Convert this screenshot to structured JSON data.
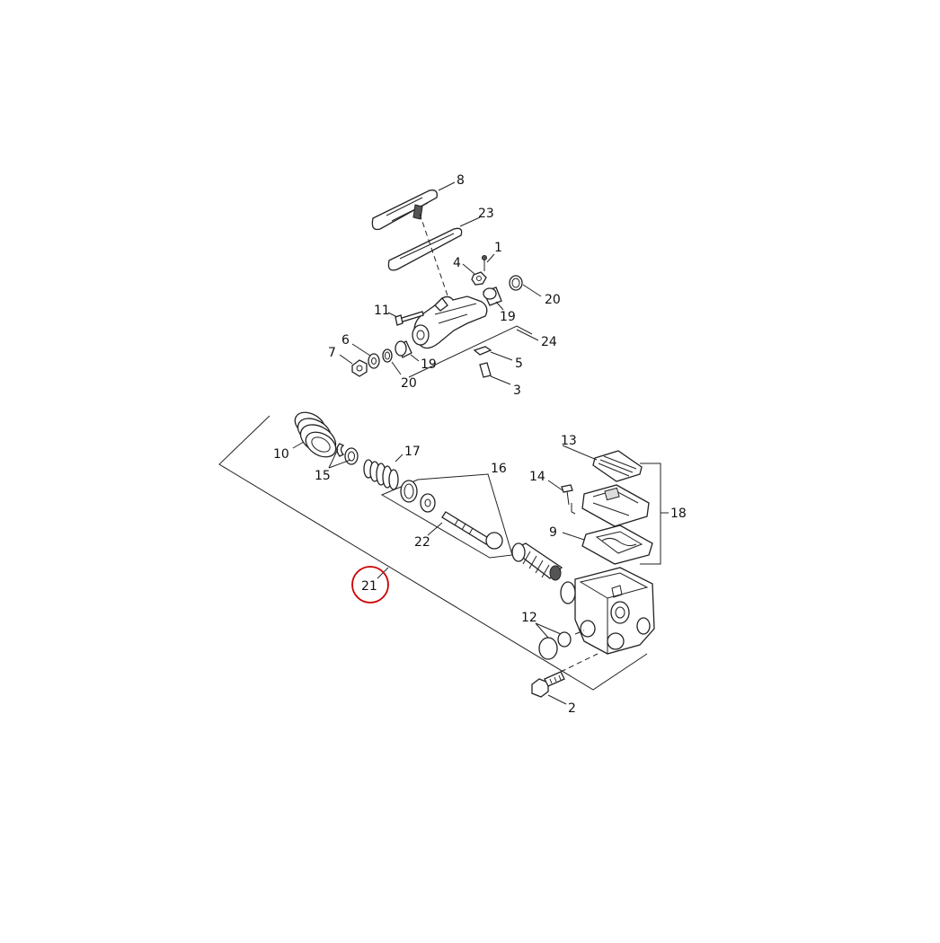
{
  "diagram": {
    "callouts": [
      {
        "id": "c8",
        "label": "8"
      },
      {
        "id": "c23",
        "label": "23"
      },
      {
        "id": "c1",
        "label": "1"
      },
      {
        "id": "c4",
        "label": "4"
      },
      {
        "id": "c20a",
        "label": "20"
      },
      {
        "id": "c11",
        "label": "11"
      },
      {
        "id": "c19a",
        "label": "19"
      },
      {
        "id": "c24",
        "label": "24"
      },
      {
        "id": "c6",
        "label": "6"
      },
      {
        "id": "c7",
        "label": "7"
      },
      {
        "id": "c19b",
        "label": "19"
      },
      {
        "id": "c5",
        "label": "5"
      },
      {
        "id": "c20b",
        "label": "20"
      },
      {
        "id": "c3",
        "label": "3"
      },
      {
        "id": "c10",
        "label": "10"
      },
      {
        "id": "c17",
        "label": "17"
      },
      {
        "id": "c15",
        "label": "15"
      },
      {
        "id": "c16",
        "label": "16"
      },
      {
        "id": "c13",
        "label": "13"
      },
      {
        "id": "c14",
        "label": "14"
      },
      {
        "id": "c18",
        "label": "18"
      },
      {
        "id": "c9",
        "label": "9"
      },
      {
        "id": "c22",
        "label": "22"
      },
      {
        "id": "c21",
        "label": "21"
      },
      {
        "id": "c12",
        "label": "12"
      },
      {
        "id": "c2",
        "label": "2"
      }
    ],
    "highlighted_part": "21",
    "highlight_color": "#cc0000"
  }
}
